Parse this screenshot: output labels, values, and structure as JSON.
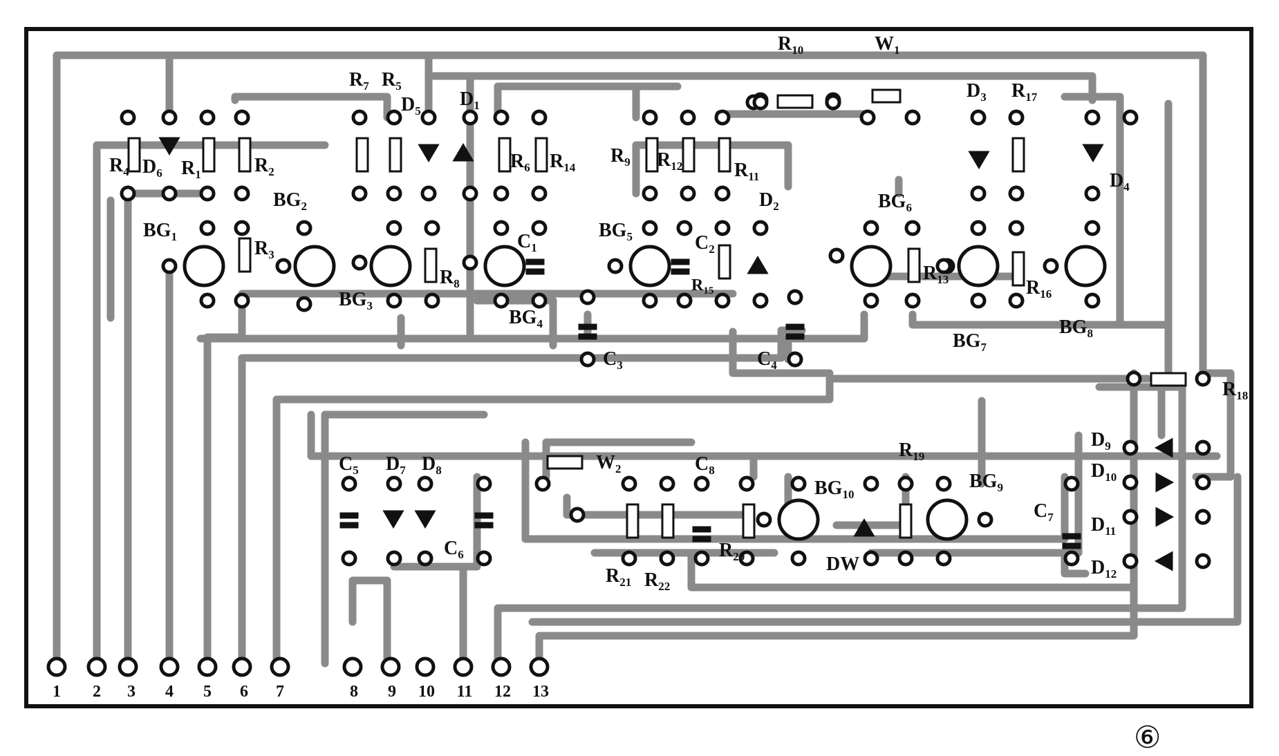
{
  "figure_number": "⑥",
  "pins": [
    "1",
    "2",
    "3",
    "4",
    "5",
    "6",
    "7",
    "8",
    "9",
    "10",
    "11",
    "12",
    "13"
  ],
  "labels": {
    "R1": "R",
    "R1s": "1",
    "R2": "R",
    "R2s": "2",
    "R3": "R",
    "R3s": "3",
    "R4": "R",
    "R4s": "4",
    "R5": "R",
    "R5s": "5",
    "R6": "R",
    "R6s": "6",
    "R7": "R",
    "R7s": "7",
    "R8": "R",
    "R8s": "8",
    "R9": "R",
    "R9s": "9",
    "R10": "R",
    "R10s": "10",
    "R11": "R",
    "R11s": "11",
    "R12": "R",
    "R12s": "12",
    "R13": "R",
    "R13s": "13",
    "R14": "R",
    "R14s": "14",
    "R15": "R",
    "R15s": "15",
    "R16": "R",
    "R16s": "16",
    "R17": "R",
    "R17s": "17",
    "R18": "R",
    "R18s": "18",
    "R19": "R",
    "R19s": "19",
    "R20": "R",
    "R20s": "20",
    "R21": "R",
    "R21s": "21",
    "R22": "R",
    "R22s": "22",
    "C1": "C",
    "C1s": "1",
    "C2": "C",
    "C2s": "2",
    "C3": "C",
    "C3s": "3",
    "C4": "C",
    "C4s": "4",
    "C5": "C",
    "C5s": "5",
    "C6": "C",
    "C6s": "6",
    "C7": "C",
    "C7s": "7",
    "C8": "C",
    "C8s": "8",
    "D1": "D",
    "D1s": "1",
    "D2": "D",
    "D2s": "2",
    "D3": "D",
    "D3s": "3",
    "D4": "D",
    "D4s": "4",
    "D5": "D",
    "D5s": "5",
    "D6": "D",
    "D6s": "6",
    "D7": "D",
    "D7s": "7",
    "D8": "D",
    "D8s": "8",
    "D9": "D",
    "D9s": "9",
    "D10": "D",
    "D10s": "10",
    "D11": "D",
    "D11s": "11",
    "D12": "D",
    "D12s": "12",
    "BG1": "BG",
    "BG1s": "1",
    "BG2": "BG",
    "BG2s": "2",
    "BG3": "BG",
    "BG3s": "3",
    "BG4": "BG",
    "BG4s": "4",
    "BG5": "BG",
    "BG5s": "5",
    "BG6": "BG",
    "BG6s": "6",
    "BG7": "BG",
    "BG7s": "7",
    "BG8": "BG",
    "BG8s": "8",
    "BG9": "BG",
    "BG9s": "9",
    "BG10": "BG",
    "BG10s": "10",
    "W1": "W",
    "W1s": "1",
    "W2": "W",
    "W2s": "2",
    "DW": "DW"
  }
}
